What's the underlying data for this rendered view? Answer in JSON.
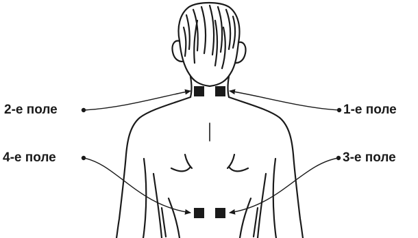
{
  "labels": {
    "field_1": "1-е поле",
    "field_2": "2-е поле",
    "field_3": "3-е поле",
    "field_4": "4-е поле"
  },
  "colors": {
    "ink": "#1a1a1a",
    "electrode": "#1a1a1a",
    "background": "#ffffff"
  },
  "figure": {
    "subject": "human-back-torso-outline",
    "electrode_count": 4
  }
}
